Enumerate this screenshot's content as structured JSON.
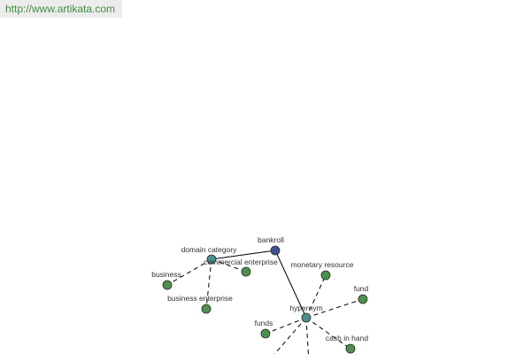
{
  "source_url": "http://www.artikata.com",
  "colors": {
    "root_node": "#3f4f8f",
    "hub_node": "#4f8f8f",
    "leaf_node": "#4f8f4f",
    "node_stroke": "#1f2f1f",
    "edge": "#000000",
    "url_text": "#3f8f3f"
  },
  "graph": {
    "nodes": [
      {
        "id": "bankroll",
        "label": "bankroll",
        "kind": "root"
      },
      {
        "id": "domain_category",
        "label": "domain category",
        "kind": "hub"
      },
      {
        "id": "hypernym",
        "label": "hypernym",
        "kind": "hub"
      },
      {
        "id": "commercial_enterprise",
        "label": "commercial enterprise",
        "kind": "leaf"
      },
      {
        "id": "business",
        "label": "business",
        "kind": "leaf"
      },
      {
        "id": "business_enterprise",
        "label": "business enterprise",
        "kind": "leaf"
      },
      {
        "id": "monetary_resource",
        "label": "monetary resource",
        "kind": "leaf"
      },
      {
        "id": "fund",
        "label": "fund",
        "kind": "leaf"
      },
      {
        "id": "funds",
        "label": "funds",
        "kind": "leaf"
      },
      {
        "id": "cash_in_hand",
        "label": "cash in hand",
        "kind": "leaf"
      }
    ],
    "edges": [
      {
        "from": "bankroll",
        "to": "domain_category",
        "style": "solid"
      },
      {
        "from": "bankroll",
        "to": "hypernym",
        "style": "solid"
      },
      {
        "from": "domain_category",
        "to": "commercial_enterprise",
        "style": "dashed"
      },
      {
        "from": "domain_category",
        "to": "business",
        "style": "dashed"
      },
      {
        "from": "domain_category",
        "to": "business_enterprise",
        "style": "dashed"
      },
      {
        "from": "hypernym",
        "to": "monetary_resource",
        "style": "dashed"
      },
      {
        "from": "hypernym",
        "to": "fund",
        "style": "dashed"
      },
      {
        "from": "hypernym",
        "to": "funds",
        "style": "dashed"
      },
      {
        "from": "hypernym",
        "to": "cash_in_hand",
        "style": "dashed"
      },
      {
        "from": "hypernym",
        "to": "offscreen_a",
        "style": "dashed"
      },
      {
        "from": "hypernym",
        "to": "offscreen_b",
        "style": "dashed"
      }
    ]
  }
}
